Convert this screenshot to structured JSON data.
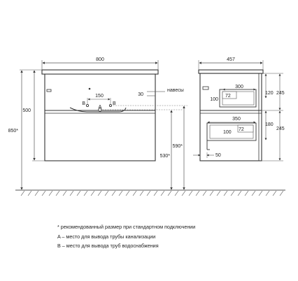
{
  "front_view": {
    "width": "800",
    "pipe_spacing": "150",
    "label_a": "A",
    "label_b_left": "B",
    "label_b_right": "B",
    "hook_offset": "30",
    "hooks_label": "навесы",
    "height_cabinet": "500",
    "height_total": "850*",
    "height_pipe_a": "530*",
    "height_pipe_b": "590*"
  },
  "side_view": {
    "depth": "457",
    "top_drawer_inner_width": "300",
    "top_drawer_inner_height": "100",
    "top_drawer_notch": "72",
    "top_gap": "120",
    "top_section": "245",
    "bottom_drawer_inner_width": "350",
    "bottom_drawer_inner_depth": "100",
    "bottom_drawer_notch": "72",
    "bottom_gap": "180",
    "bottom_section": "245",
    "back_offset": "50"
  },
  "notes": {
    "line1": "* рекомендованный размер при стандартном подключении",
    "line2": "A – место для вывода трубы канализации",
    "line3": "B – место для вывода труб водоснабжения"
  }
}
